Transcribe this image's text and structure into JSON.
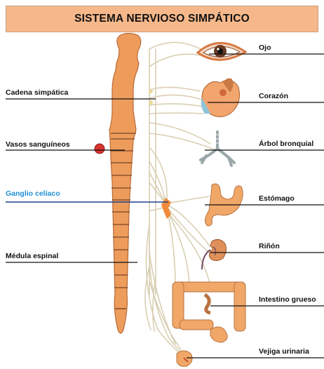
{
  "title": "SISTEMA NERVIOSO SIMPÁTICO",
  "left_labels": {
    "chain": "Cadena simpática",
    "vessels": "Vasos sanguíneos",
    "celiac": "Ganglio celíaco",
    "cord": "Médula espinal"
  },
  "right_labels": {
    "eye": "Ojo",
    "heart": "Corazón",
    "bronchi": "Árbol bronquial",
    "stomach": "Estómago",
    "kidney": "Riñón",
    "intestine": "Intestino grueso",
    "bladder": "Vejiga urinaria"
  },
  "colors": {
    "title_bg": "#f6b88a",
    "cord": "#ee9c5c",
    "cord_stroke": "#b86a35",
    "nerve": "#d9cfb3",
    "ganglion": "#f18a3a",
    "vessel_dot": "#d8322e",
    "highlight_label": "#1f8fd6",
    "highlight_line": "#1f3f8c"
  }
}
